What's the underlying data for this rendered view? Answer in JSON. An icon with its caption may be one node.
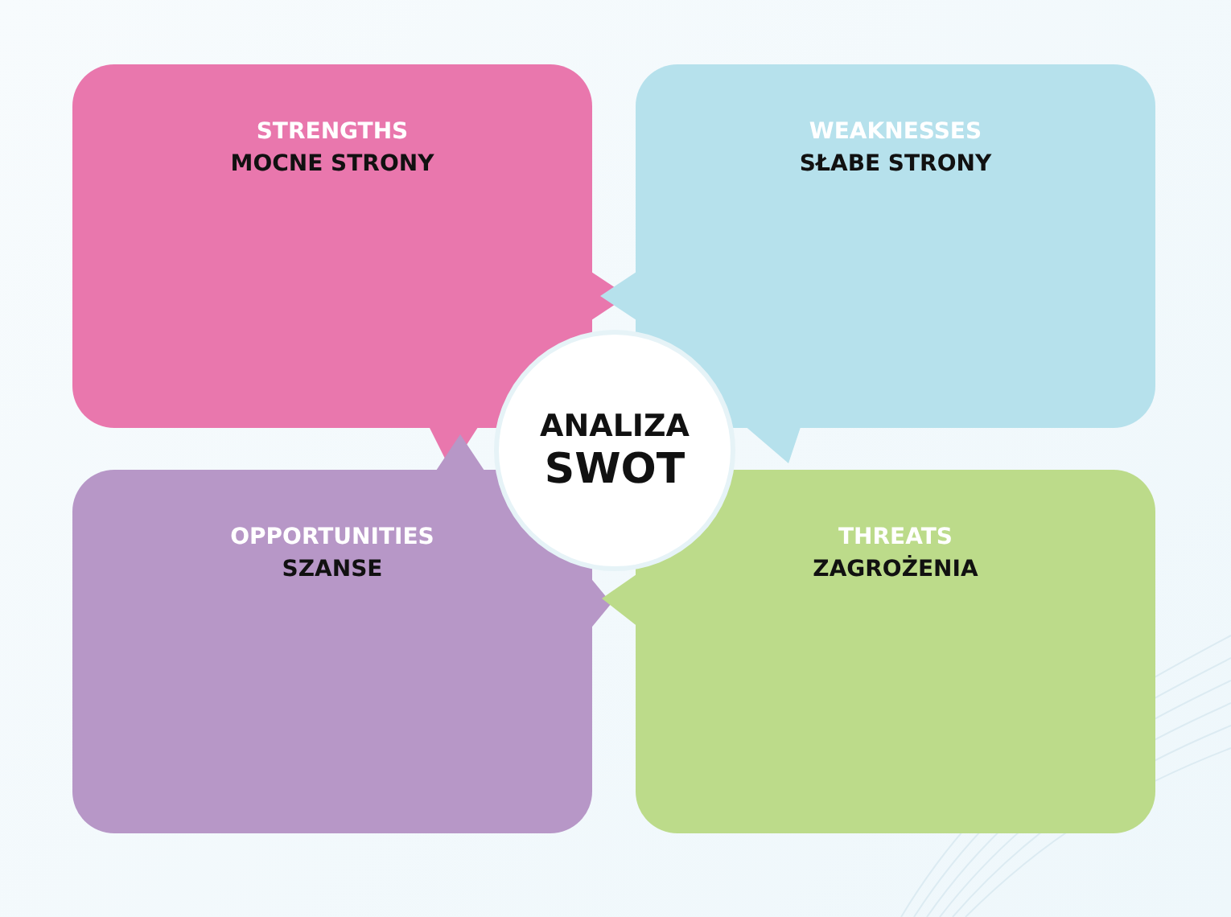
{
  "diagram": {
    "nodes": [
      {
        "text": [
          "STRENGTHS",
          "MOCNE STRONY"
        ]
      },
      {
        "text": [
          "WEAKNESSES",
          "SŁABE STRONY"
        ]
      },
      {
        "text": [
          "ANALIZA",
          "SWOT"
        ]
      },
      {
        "text": [
          "OPPORTUNITIES",
          "SZANSE"
        ]
      },
      {
        "text": [
          "THREATS",
          "ZAGROŻENIA"
        ]
      }
    ]
  }
}
